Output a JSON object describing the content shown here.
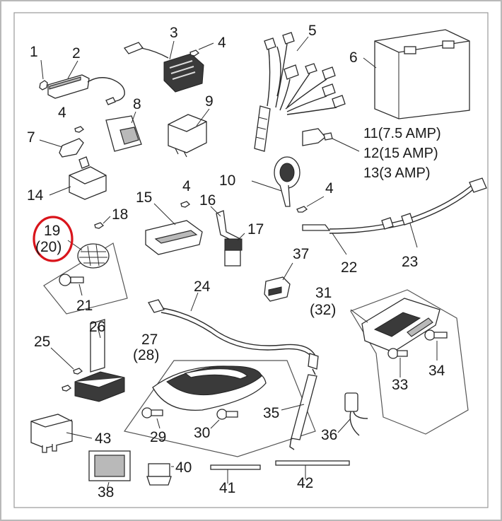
{
  "labels": {
    "p1": "1",
    "p2": "2",
    "p3": "3",
    "p4a": "4",
    "p5": "5",
    "p6": "6",
    "p4b": "4",
    "p7": "7",
    "p8": "8",
    "p9": "9",
    "p11": "11(7.5 AMP)",
    "p12": "12(15  AMP)",
    "p13": "13(3    AMP)",
    "p10": "10",
    "p4c": "4",
    "p14": "14",
    "p15": "15",
    "p4d": "4",
    "p16": "16",
    "p18": "18",
    "p19": "19",
    "p20": "(20)",
    "p17": "17",
    "p21": "21",
    "p37": "37",
    "p22": "22",
    "p23": "23",
    "p24": "24",
    "p31": "31",
    "p32": "(32)",
    "p25": "25",
    "p26": "26",
    "p27": "27",
    "p28": "(28)",
    "p34": "34",
    "p33": "33",
    "p35": "35",
    "p36": "36",
    "p29": "29",
    "p30": "30",
    "p43": "43",
    "p40": "40",
    "p38": "38",
    "p41": "41",
    "p42": "42"
  },
  "highlight_color": "#d9141b",
  "border_color": "#b9b9b9"
}
